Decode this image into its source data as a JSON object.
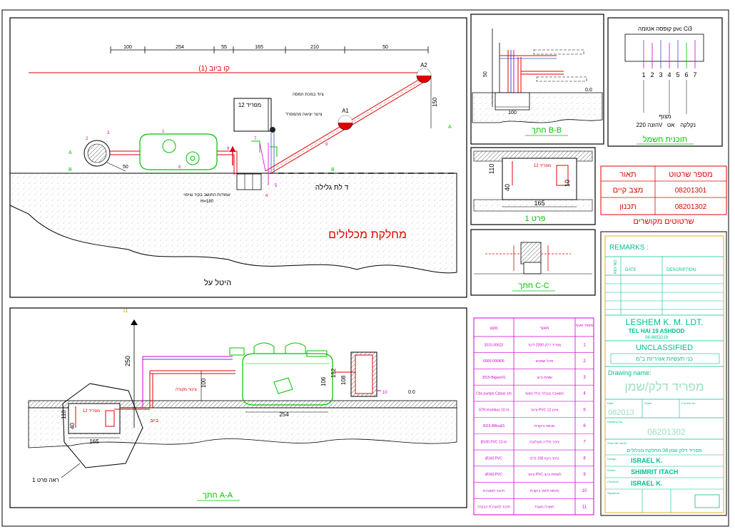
{
  "plan": {
    "caption": "היטל על",
    "department_label": "מחלקת מכלולים",
    "pipe_label": "קו ביוב (1)",
    "gate_label": "ד לת גלילה",
    "separator_label": "מפריד 12",
    "marker_a1": "A1",
    "marker_a2": "A2",
    "dims": [
      "100",
      "254",
      "55",
      "165",
      "210",
      "50"
    ],
    "dim_150": "150",
    "dim_50": "50",
    "section_a": "A",
    "section_b": "B",
    "note_1": "עמודות התושב בקיר וציפוי",
    "note_2": "H=180",
    "note_3": "ציוד במכת המסה",
    "note_4": "צינור יציאה מהמפרד",
    "item_numbers": [
      "1",
      "2",
      "3",
      "4",
      "5",
      "6",
      "7",
      "8",
      "9"
    ]
  },
  "section_bb": {
    "caption": "חתך B-B",
    "dim_100": "100",
    "dim_50": "50",
    "level": "0.0"
  },
  "detail1": {
    "caption": "פרט 1",
    "dim_110": "110",
    "dim_40": "40",
    "dim_10": "10",
    "dim_165": "165",
    "label": "מפריד 12"
  },
  "section_cc": {
    "caption": "חתך C-C"
  },
  "section_aa": {
    "caption": "חתך A-A",
    "detail_note": "ראה פרט 1",
    "dim_250": "250",
    "dim_100": "100",
    "dim_110": "110",
    "dim_40": "40",
    "dim_165": "165",
    "dim_254": "254",
    "dim_106": "106",
    "dim_152": "152",
    "dim_108": "108",
    "level": "0.0",
    "tank_label": "מפריד 12",
    "label_sewer": "ביוב",
    "label_pipe": "צינור מקורה",
    "item_11": "11",
    "item_10": "10"
  },
  "electric": {
    "title": "קופסה אטומה pvc Ci3",
    "terminals": [
      "1",
      "2",
      "3",
      "4",
      "5",
      "6",
      "7"
    ],
    "power_label": "הזנה 220V",
    "caption": "תוכנית חשמל",
    "labels": [
      "מצוף",
      "אט",
      "נקלקה"
    ]
  },
  "drawings_table": {
    "header_col1": "מספר שרטוט",
    "header_col2": "תאור",
    "rows": [
      {
        "number": "08201301",
        "desc": "מצב קיים"
      },
      {
        "number": "08201302",
        "desc": "תכנון"
      }
    ],
    "caption": "שרטוטים מקושרים"
  },
  "items_table": {
    "headers": [
      "מספר סעיף",
      "תאור",
      "מקט"
    ],
    "rows": [
      {
        "n": "1",
        "desc": "מפריד דלק 2000 ליטר",
        "code": "2015-00622"
      },
      {
        "n": "2",
        "desc": "מיכל שמנים",
        "code": "0000-000406"
      },
      {
        "n": "3",
        "desc": "שוחת ביוב",
        "code": "2015-Bigure01"
      },
      {
        "n": "4",
        "desc": "משאבה טבולה כולל מצוף",
        "code": "Cbs pumps Cabas 1m"
      },
      {
        "n": "5",
        "desc": "צינור PVC 12 אינץ",
        "code": "STR-Kombus 10 m"
      },
      {
        "n": "6",
        "desc": "מכסה ביקורת",
        "code": "2015-BReq01"
      },
      {
        "n": "7",
        "desc": "צינור פלדה מגולוונת",
        "code": "Ø100 PVC 10 m"
      },
      {
        "n": "8",
        "desc": "צינור ניקוז 100 מ\"מ",
        "code": "Ø160 PVC"
      },
      {
        "n": "9",
        "desc": "צינור PVC לשוחת ביוב",
        "code": "Ø160 PVC"
      },
      {
        "n": "10",
        "desc": "מכסה לתאי ביקורת",
        "code": "חיבור למערכת"
      },
      {
        "n": "11",
        "desc": "תאורה מוגנת",
        "code": "חיבור למערכת הבקרה"
      }
    ]
  },
  "title_block": {
    "remarks": "REMARKS :",
    "col_rev": "REV NO.",
    "col_date": "DATE",
    "col_desc": "DESCRIPTION",
    "company": "LESHEM K. M. LDT.",
    "address": "TEL HAI 19 ASHDOD",
    "phone": "08-8653219",
    "classification": "UNCLASSIFIED",
    "project": "כני תעשיות אוויריות ב\"מ",
    "drawing_name_label": "Drawing name:",
    "drawing_name": "מפריד דלק/שמן",
    "date_label": "Date",
    "date": "082013",
    "scale_label": "Scale",
    "sheet_label": "Current No.",
    "drawing_no_label": "Drawing No.",
    "drawing_no": "08201302",
    "file_label": "Short file name",
    "file_name": "מפריד דלק שמן 08 מחלקת מכלולים",
    "design_label": "Design",
    "design": "ISRAEL K.",
    "drawn_label": "Drawn",
    "drawn": "SHIMRIT ITACH",
    "checked_label": "Checked",
    "checked": "ISRAEL K.",
    "signature_label": "Signature"
  },
  "colors": {
    "frame": "#000000",
    "pipe_red": "#e00000",
    "equipment": "#00c000",
    "title_green": "#00c090",
    "magenta": "#d000d0",
    "blue": "#3050d0",
    "title_frame": "#e0b020"
  }
}
